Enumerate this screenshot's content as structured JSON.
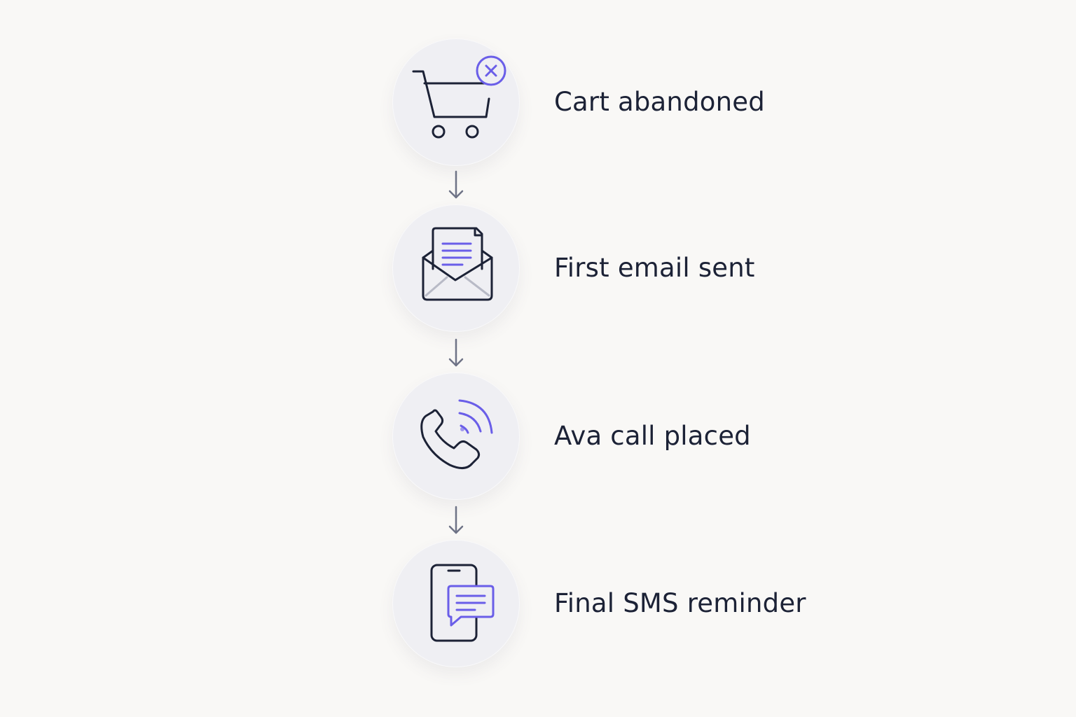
{
  "steps": [
    {
      "label": "Cart abandoned",
      "icon": "cart-x-icon"
    },
    {
      "label": "First email sent",
      "icon": "open-envelope-icon"
    },
    {
      "label": "Ava call placed",
      "icon": "phone-call-icon"
    },
    {
      "label": "Final SMS reminder",
      "icon": "phone-chat-icon"
    }
  ],
  "connector_icon": "arrow-down-icon",
  "colors": {
    "background": "#f9f8f6",
    "circle": "#efeff3",
    "ink": "#1c2236",
    "accent": "#6a5ee8",
    "arrow": "#6e7386"
  }
}
